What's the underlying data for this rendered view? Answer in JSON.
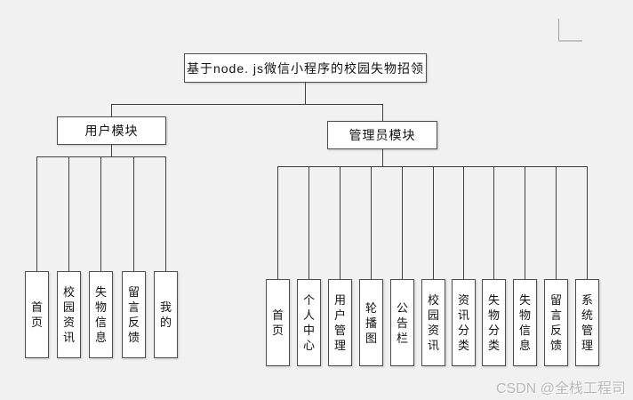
{
  "page": {
    "background": "#f1f1f1",
    "watermark": "CSDN @全栈工程司"
  },
  "diagram": {
    "root": {
      "label": "基于node. js微信小程序的校园失物招领"
    },
    "modules": [
      {
        "label": "用户模块",
        "children": [
          "首页",
          "校园资讯",
          "失物信息",
          "留言反馈",
          "我的"
        ]
      },
      {
        "label": "管理员模块",
        "children": [
          "首页",
          "个人中心",
          "用户管理",
          "轮播图",
          "公告栏",
          "校园资讯",
          "资讯分类",
          "失物分类",
          "失物信息",
          "留言反馈",
          "系统管理"
        ]
      }
    ],
    "colors": {
      "box_fill": "#ffffff",
      "box_border": "#4f4f4f",
      "connector": "#404040",
      "text": "#111111",
      "watermark_text": "#b9b9b9",
      "corner_mark": "#a8a8a8"
    }
  }
}
